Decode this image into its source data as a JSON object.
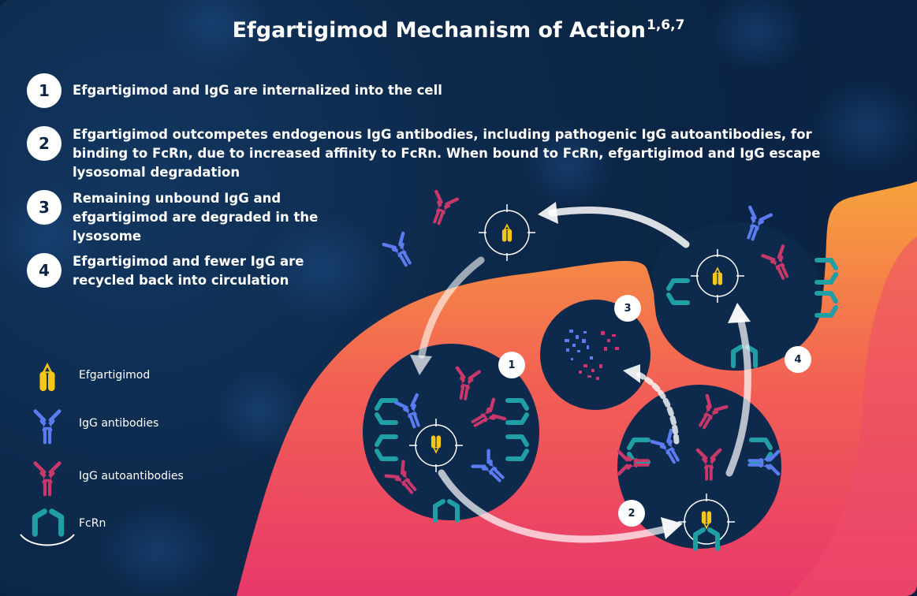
{
  "header": {
    "title": "Efgartigimod Mechanism of Action",
    "superscript": "1,6,7"
  },
  "steps": [
    {
      "num": "1",
      "text": "Efgartigimod and IgG are internalized into the cell"
    },
    {
      "num": "2",
      "text": "Efgartigimod outcompetes endogenous IgG antibodies, including pathogenic IgG autoantibodies,  for binding to FcRn, due to increased affinity to FcRn. When bound to FcRn, efgartigimod and IgG escape lysosomal degradation"
    },
    {
      "num": "3",
      "text": "Remaining unbound IgG and efgartigimod are degraded in the lysosome"
    },
    {
      "num": "4",
      "text": "Efgartigimod and fewer IgG are recycled back into circulation"
    }
  ],
  "legend": [
    {
      "label": "Efgartigimod",
      "icon": "efgartigimod-icon",
      "color": "#f5c518"
    },
    {
      "label": "IgG antibodies",
      "icon": "igg-antibody-icon",
      "color": "#5b7cf0"
    },
    {
      "label": "IgG autoantibodies",
      "icon": "igg-autoantibody-icon",
      "color": "#c8386a"
    },
    {
      "label": "FcRn",
      "icon": "fcrn-icon",
      "color": "#1f9ea3"
    }
  ],
  "diagram_badges": [
    "1",
    "2",
    "3",
    "4"
  ],
  "colors": {
    "background": "#0b2344",
    "cell_top": "#f7a23c",
    "cell_bottom": "#e8386a",
    "efgartigimod": "#f5c518",
    "igg": "#5b7cf0",
    "autoantibody": "#c8386a",
    "fcrn": "#1f9ea3"
  }
}
